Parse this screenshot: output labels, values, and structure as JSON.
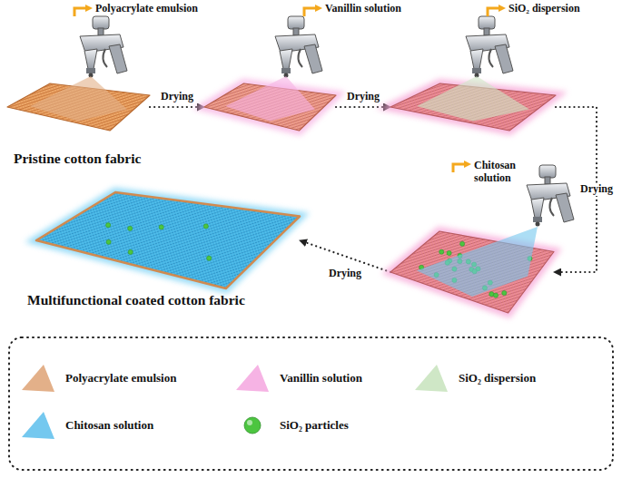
{
  "diagram": {
    "nodes": [
      {
        "text": [
          "Polyacrylate emulsion",
          "Pristine cotton fabric"
        ]
      },
      {
        "text": [
          "Vanillin solution"
        ]
      },
      {
        "text": [
          "SiO₂ dispersion"
        ]
      },
      {
        "text": [
          "Chitosan solution"
        ]
      },
      {
        "text": [
          "Multifunctional coated cotton fabric"
        ]
      }
    ],
    "edges": [
      {
        "from": 0,
        "to": 1,
        "label": "Drying",
        "arrow": "to"
      },
      {
        "from": 1,
        "to": 2,
        "label": "Drying",
        "arrow": "to"
      },
      {
        "from": 2,
        "to": 3,
        "label": "Drying",
        "arrow": "to"
      },
      {
        "from": 3,
        "to": 4,
        "label": "Drying",
        "arrow": "to"
      }
    ],
    "legend": [
      {
        "text": "Polyacrylate emulsion",
        "color": "#e3b089"
      },
      {
        "text": "Vanillin solution",
        "color": "#f6b3e4"
      },
      {
        "text": "SiO₂ dispersion",
        "color": "#cfe7c6"
      },
      {
        "text": "Chitosan solution",
        "color": "#74c8ef"
      },
      {
        "text": "SiO₂ particles",
        "color": "#4cc540"
      }
    ]
  }
}
